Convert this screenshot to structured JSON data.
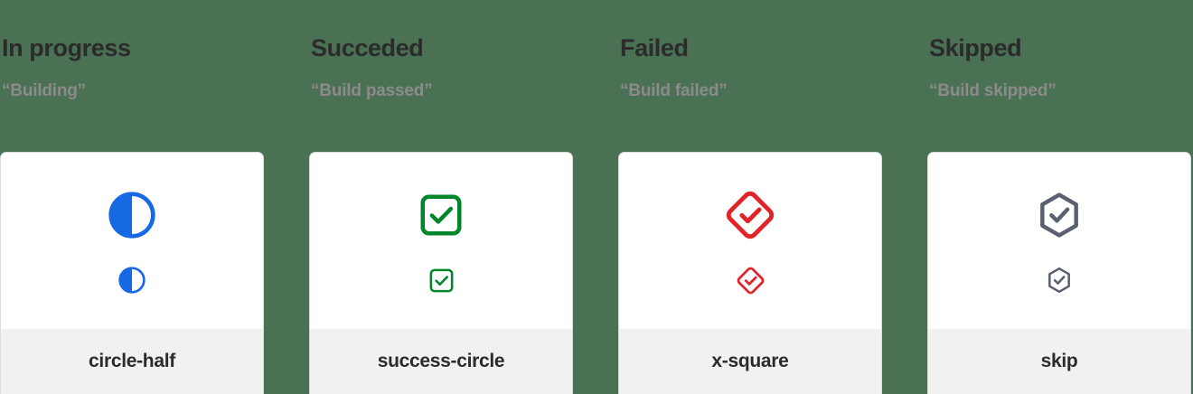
{
  "background_color": "#4a7153",
  "columns": [
    {
      "heading": "In progress",
      "subheading": "“Building”",
      "icon_name": "circle-half-icon",
      "icon_label": "circle-half",
      "color": "#1668e3"
    },
    {
      "heading": "Succeded",
      "subheading": "“Build passed”",
      "icon_name": "check-square-icon",
      "icon_label": "success-circle",
      "color": "#00862a"
    },
    {
      "heading": "Failed",
      "subheading": "“Build failed”",
      "icon_name": "check-diamond-icon",
      "icon_label": "x-square",
      "color": "#e0242a"
    },
    {
      "heading": "Skipped",
      "subheading": "“Build skipped”",
      "icon_name": "check-hexagon-icon",
      "icon_label": "skip",
      "color": "#5a6070"
    }
  ],
  "card": {
    "background": "#ffffff",
    "footer_background": "#f1f1f1",
    "border_color": "#dcdcdc"
  }
}
